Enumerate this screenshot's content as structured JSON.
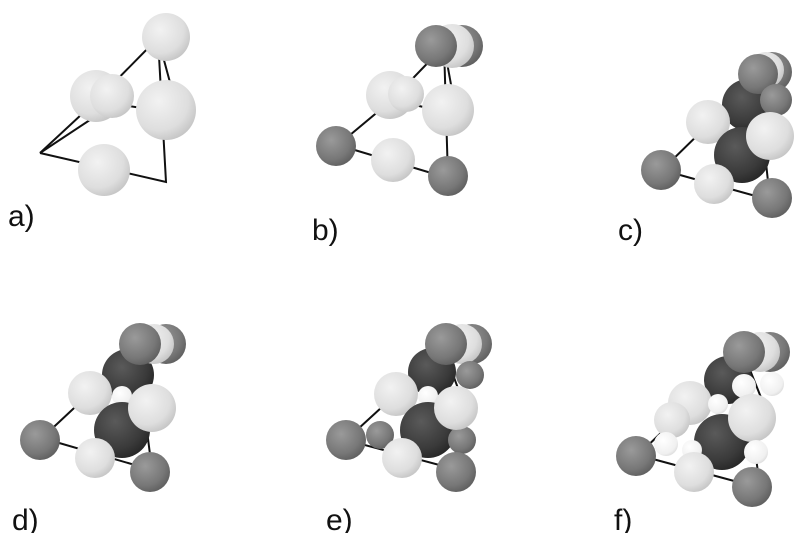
{
  "figure": {
    "panels": [
      {
        "label": "a)"
      },
      {
        "label": "b)"
      },
      {
        "label": "c)"
      },
      {
        "label": "d)"
      },
      {
        "label": "e)"
      },
      {
        "label": "f)"
      }
    ]
  },
  "atom_colors": {
    "light": "#e0e0e0",
    "medium": "#7a7a7a",
    "dark": "#3a3a3a",
    "white": "#f4f4f4"
  }
}
